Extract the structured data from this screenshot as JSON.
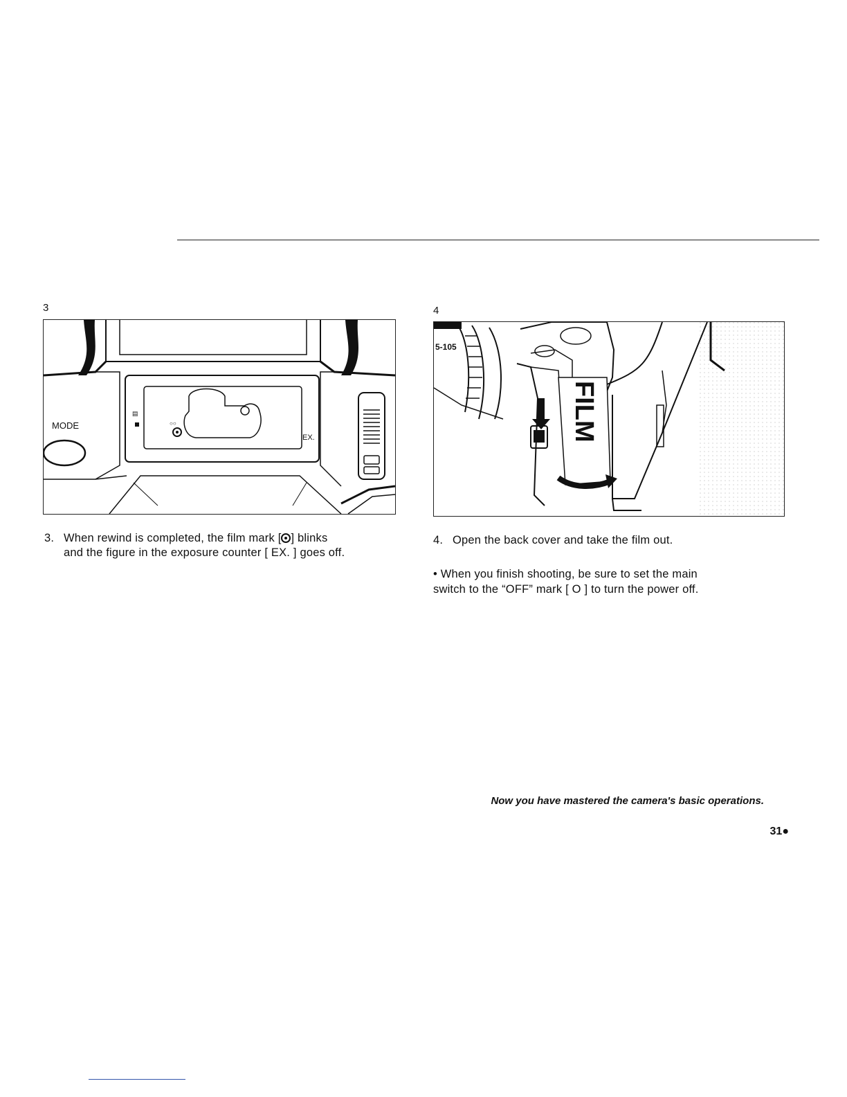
{
  "figures": [
    {
      "number": "3",
      "labels": {
        "mode": "MODE",
        "ex": "EX."
      }
    },
    {
      "number": "4",
      "labels": {
        "film": "FILM"
      }
    }
  ],
  "captions": [
    {
      "number": "3.",
      "line1": "When rewind is completed, the film mark [",
      "line1_mid": "] blinks",
      "line2": "and the figure in the exposure counter [ EX. ] goes off."
    },
    {
      "number": "4.",
      "line1": "Open the back cover and take the film out."
    }
  ],
  "note": {
    "line1": "• When you finish shooting, be sure to set the main",
    "line2": "switch to the “OFF” mark [ O ] to turn the power off."
  },
  "closing": "Now you have mastered the camera's basic operations.",
  "page_number": "31●"
}
